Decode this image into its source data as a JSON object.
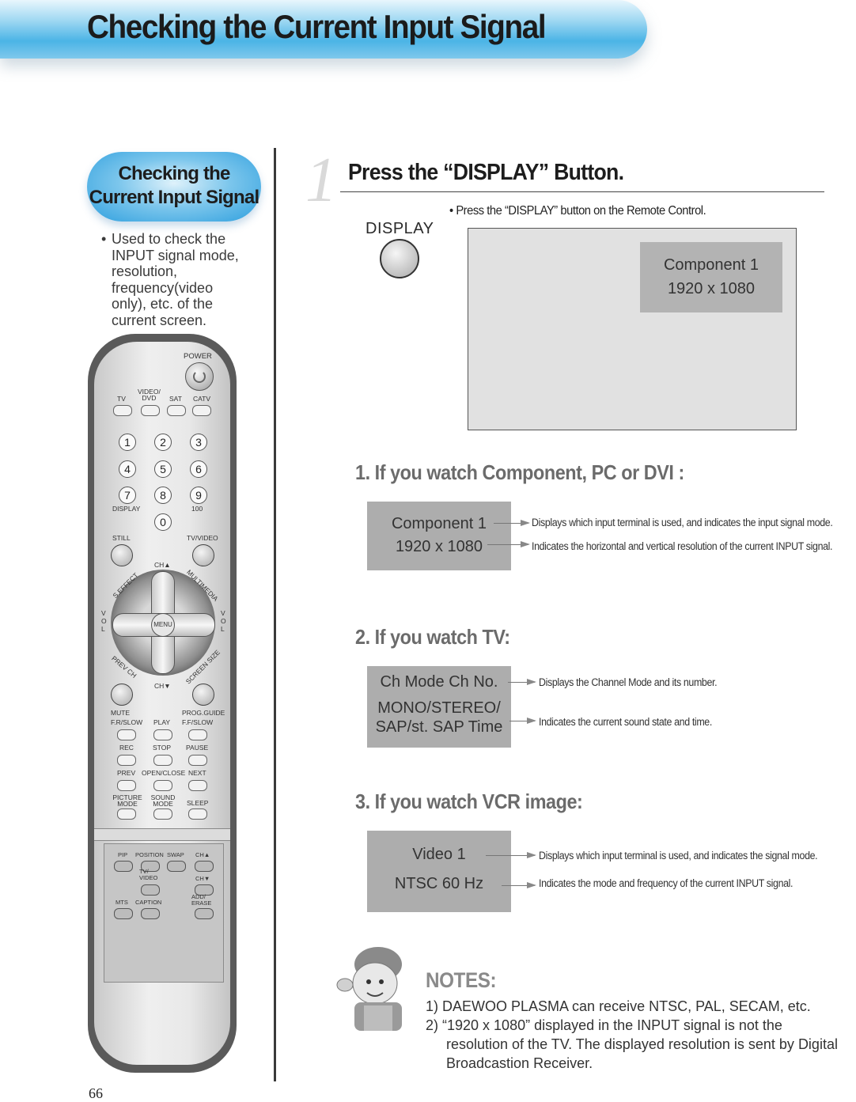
{
  "header": {
    "title": "Checking the Current Input Signal"
  },
  "sidebar": {
    "title_line1": "Checking the",
    "title_line2": "Current Input Signal",
    "bullet": "•",
    "description": [
      "Used to check the",
      "INPUT signal mode,",
      "resolution,",
      "frequency(video",
      "only), etc. of the",
      "current screen."
    ]
  },
  "remote": {
    "power": "POWER",
    "source_labels": [
      "TV",
      "VIDEO/\nDVD",
      "SAT",
      "CATV"
    ],
    "digits": [
      "1",
      "2",
      "3",
      "4",
      "5",
      "6",
      "7",
      "8",
      "9",
      "0"
    ],
    "display": "DISPLAY",
    "hundred": "100",
    "still": "STILL",
    "tv_video": "TV/VIDEO",
    "ch_up": "CH▲",
    "ch_down": "CH▼",
    "s_effect": "S.EFFECT",
    "multimedia": "MULTIMEDIA",
    "prev_ch": "PREV CH",
    "screen_size": "SCREEN SIZE",
    "vol": "VOL",
    "menu": "MENU",
    "mute": "MUTE",
    "prog_guide": "PROG.GUIDE",
    "fr_slow": "F.R/SLOW",
    "play": "PLAY",
    "ff_slow": "F.F/SLOW",
    "rec": "REC",
    "stop": "STOP",
    "pause": "PAUSE",
    "prev": "PREV",
    "open_close": "OPEN/CLOSE",
    "next": "NEXT",
    "picture_mode": "PICTURE MODE",
    "sound_mode": "SOUND MODE",
    "sleep": "SLEEP",
    "pip": "PIP",
    "position": "POSITION",
    "swap": "SWAP",
    "pip_ch_up": "CH▲",
    "pip_tv_video": "TV/ VIDEO",
    "pip_ch_down": "CH▼",
    "mts": "MTS",
    "caption": "CAPTION",
    "add_erase": "ADD/ ERASE"
  },
  "step": {
    "number": "1",
    "title": "Press the “DISPLAY” Button.",
    "instruction": "• Press the “DISPLAY” button on the Remote Control.",
    "display_label": "DISPLAY",
    "screen_osd_line1": "Component 1",
    "screen_osd_line2": "1920 x 1080"
  },
  "sections": [
    {
      "heading": "1. If you watch Component, PC or DVI :",
      "osd_line1": "Component 1",
      "osd_line2": "1920 x 1080",
      "note1": "Displays which input terminal is used, and indicates the input signal mode.",
      "note2": "Indicates the horizontal and vertical resolution of the current INPUT signal."
    },
    {
      "heading": "2. If you watch TV:",
      "osd_line1": "Ch Mode  Ch No.",
      "osd_line2": "MONO/STEREO/",
      "osd_line3": "SAP/st. SAP Time",
      "note1": "Displays the Channel Mode and its number.",
      "note2": "Indicates the current sound state and time."
    },
    {
      "heading": "3. If you watch VCR image:",
      "osd_line1": "Video 1",
      "osd_line2": "NTSC  60 Hz",
      "note1": "Displays which input terminal is used, and indicates the signal mode.",
      "note2": "Indicates the mode and frequency of the current INPUT signal."
    }
  ],
  "notes": {
    "title": "NOTES:",
    "items": [
      "1)  DAEWOO PLASMA can receive NTSC, PAL, SECAM, etc.",
      "2)  “1920 x 1080” displayed in the INPUT  signal is not the",
      "resolution of the TV. The displayed resolution is sent by Digital",
      "Broadcastion Receiver."
    ]
  },
  "page_number": "66",
  "colors": {
    "banner_blue": "#4bb4e6",
    "osd_gray": "#adadad",
    "heading_gray": "#6b6b6b"
  }
}
